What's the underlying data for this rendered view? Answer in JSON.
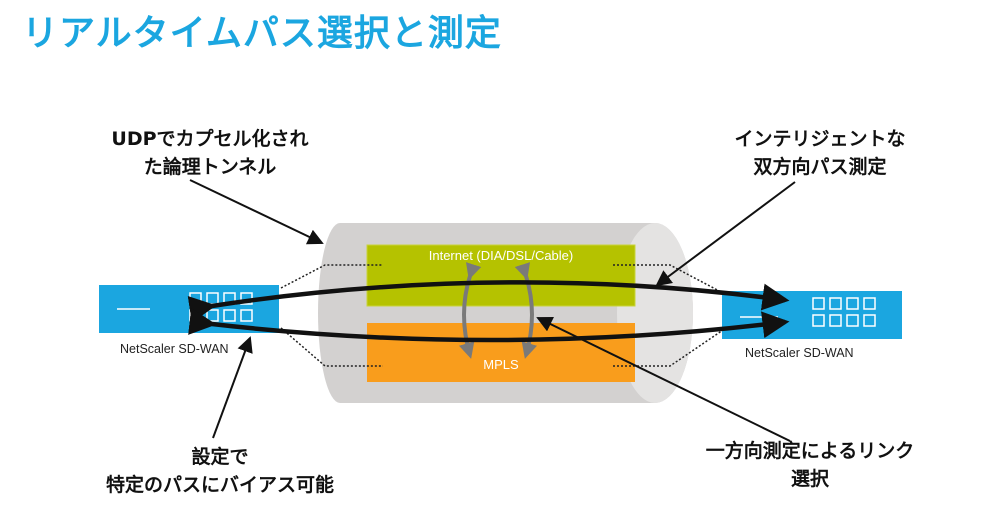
{
  "title": "リアルタイムパス選択と測定",
  "colors": {
    "title": "#1ba6e0",
    "device": "#1ba6e0",
    "internet_link": "#b5c200",
    "mpls_link": "#f99d1c",
    "tunnel": "#d3d1d0",
    "tunnel_end": "#e4e3e2",
    "path_arrow": "#111111",
    "swap_arrow": "#7a7a7a"
  },
  "callouts": {
    "udp_tunnel": [
      "UDPでカプセル化され",
      "た論理トンネル"
    ],
    "bidirectional": [
      "インテリジェントな",
      "双方向パス測定"
    ],
    "bias": [
      "設定で",
      "特定のパスにバイアス可能"
    ],
    "one_way": [
      "一方向測定によるリンク",
      "選択"
    ]
  },
  "devices": {
    "left": {
      "label": "NetScaler SD-WAN",
      "icon": "sd-wan-appliance-icon",
      "ports": 8
    },
    "right": {
      "label": "NetScaler SD-WAN",
      "icon": "sd-wan-appliance-icon",
      "ports": 8
    }
  },
  "links": {
    "internet": "Internet (DIA/DSL/Cable)",
    "mpls": "MPLS"
  }
}
